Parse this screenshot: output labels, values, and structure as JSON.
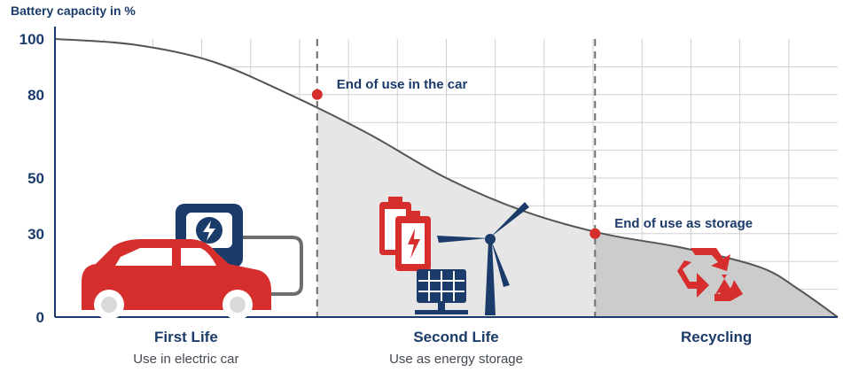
{
  "chart_data": {
    "type": "area",
    "title": "",
    "ylabel": "Battery capacity in %",
    "yticks": [
      0,
      30,
      50,
      80,
      100
    ],
    "ylim": [
      0,
      100
    ],
    "x_range": [
      0,
      100
    ],
    "grid": true,
    "curve": {
      "x": [
        0,
        10,
        20,
        30,
        40,
        50,
        60,
        70,
        80,
        90,
        95,
        100
      ],
      "y": [
        100,
        98,
        92,
        80,
        66,
        50,
        38,
        30,
        25,
        18,
        10,
        0
      ]
    },
    "phases": [
      {
        "title": "First Life",
        "subtitle": "Use in electric car",
        "x_start": 0,
        "x_end": 33.5,
        "fill": "#ffffff"
      },
      {
        "title": "Second Life",
        "subtitle": "Use as energy storage",
        "x_start": 33.5,
        "x_end": 69,
        "fill": "#e6e6e6"
      },
      {
        "title": "Recycling",
        "subtitle": "",
        "x_start": 69,
        "x_end": 100,
        "fill": "#cccccc"
      }
    ],
    "annotations": [
      {
        "label": "End of use in the car",
        "x": 33.5,
        "y": 80
      },
      {
        "label": "End of use as storage",
        "x": 69,
        "y": 30
      }
    ],
    "icons": [
      "electric-car-icon",
      "charging-station-icon",
      "battery-icon",
      "solar-panel-icon",
      "wind-turbine-icon",
      "recycling-icon"
    ]
  },
  "colors": {
    "navy": "#1b3b6a",
    "red": "#d62d2d",
    "curve": "#555555",
    "grid": "#d0d0d0",
    "divider": "#6e6e6e"
  }
}
